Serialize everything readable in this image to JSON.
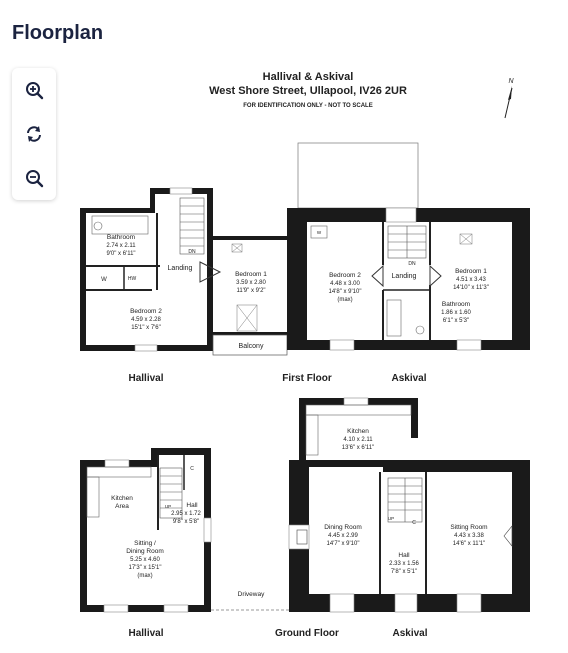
{
  "header": {
    "title": "Floorplan"
  },
  "toolbar": {
    "zoom_in_icon": "zoom-in-icon",
    "reset_icon": "refresh-icon",
    "zoom_out_icon": "zoom-out-icon"
  },
  "plan": {
    "property": "Hallival & Askival",
    "address": "West Shore Street, Ullapool, IV26 2UR",
    "note": "FOR IDENTIFICATION ONLY - NOT TO SCALE",
    "north": "N",
    "first_floor": {
      "label": "First Floor",
      "left_name": "Hallival",
      "right_name": "Askival",
      "hallival": {
        "bathroom": [
          "Bathroom",
          "2.74 x 2.11",
          "9'0\" x 6'11\""
        ],
        "landing": "Landing",
        "bedroom2": [
          "Bedroom 2",
          "4.59 x 2.28",
          "15'1\" x 7'6\""
        ],
        "w": "W",
        "hw": "HW",
        "dn": "DN",
        "bedroom1": [
          "Bedroom 1",
          "3.59 x 2.80",
          "11'9\" x 9'2\""
        ],
        "balcony": "Balcony"
      },
      "askival": {
        "bedroom2": [
          "Bedroom 2",
          "4.48 x 3.00",
          "14'8\" x 9'10\"",
          "(max)"
        ],
        "landing": "Landing",
        "bedroom1": [
          "Bedroom 1",
          "4.51 x 3.43",
          "14'10\" x 11'3\""
        ],
        "bathroom": [
          "Bathroom",
          "1.86 x 1.60",
          "6'1\" x 5'3\""
        ],
        "dn": "DN",
        "w": "W"
      }
    },
    "ground_floor": {
      "label": "Ground Floor",
      "left_name": "Hallival",
      "right_name": "Askival",
      "driveway": "Driveway",
      "hallival": {
        "kitchen": [
          "Kitchen",
          "Area"
        ],
        "hall": [
          "Hall",
          "2.95 x 1.72",
          "9'8\" x 5'8\""
        ],
        "sitting": [
          "Sitting /",
          "Dining Room",
          "5.25 x 4.60",
          "17'3\" x 15'1\"",
          "(max)"
        ],
        "c": "C",
        "up": "UP"
      },
      "askival": {
        "kitchen": [
          "Kitchen",
          "4.10 x 2.11",
          "13'6\" x 6'11\""
        ],
        "dining": [
          "Dining Room",
          "4.45 x 2.99",
          "14'7\" x 9'10\""
        ],
        "hall": [
          "Hall",
          "2.33 x 1.56",
          "7'8\" x 5'1\""
        ],
        "sitting": [
          "Sitting Room",
          "4.43 x 3.38",
          "14'6\" x 11'1\""
        ],
        "c": "C",
        "up": "UP"
      }
    }
  }
}
